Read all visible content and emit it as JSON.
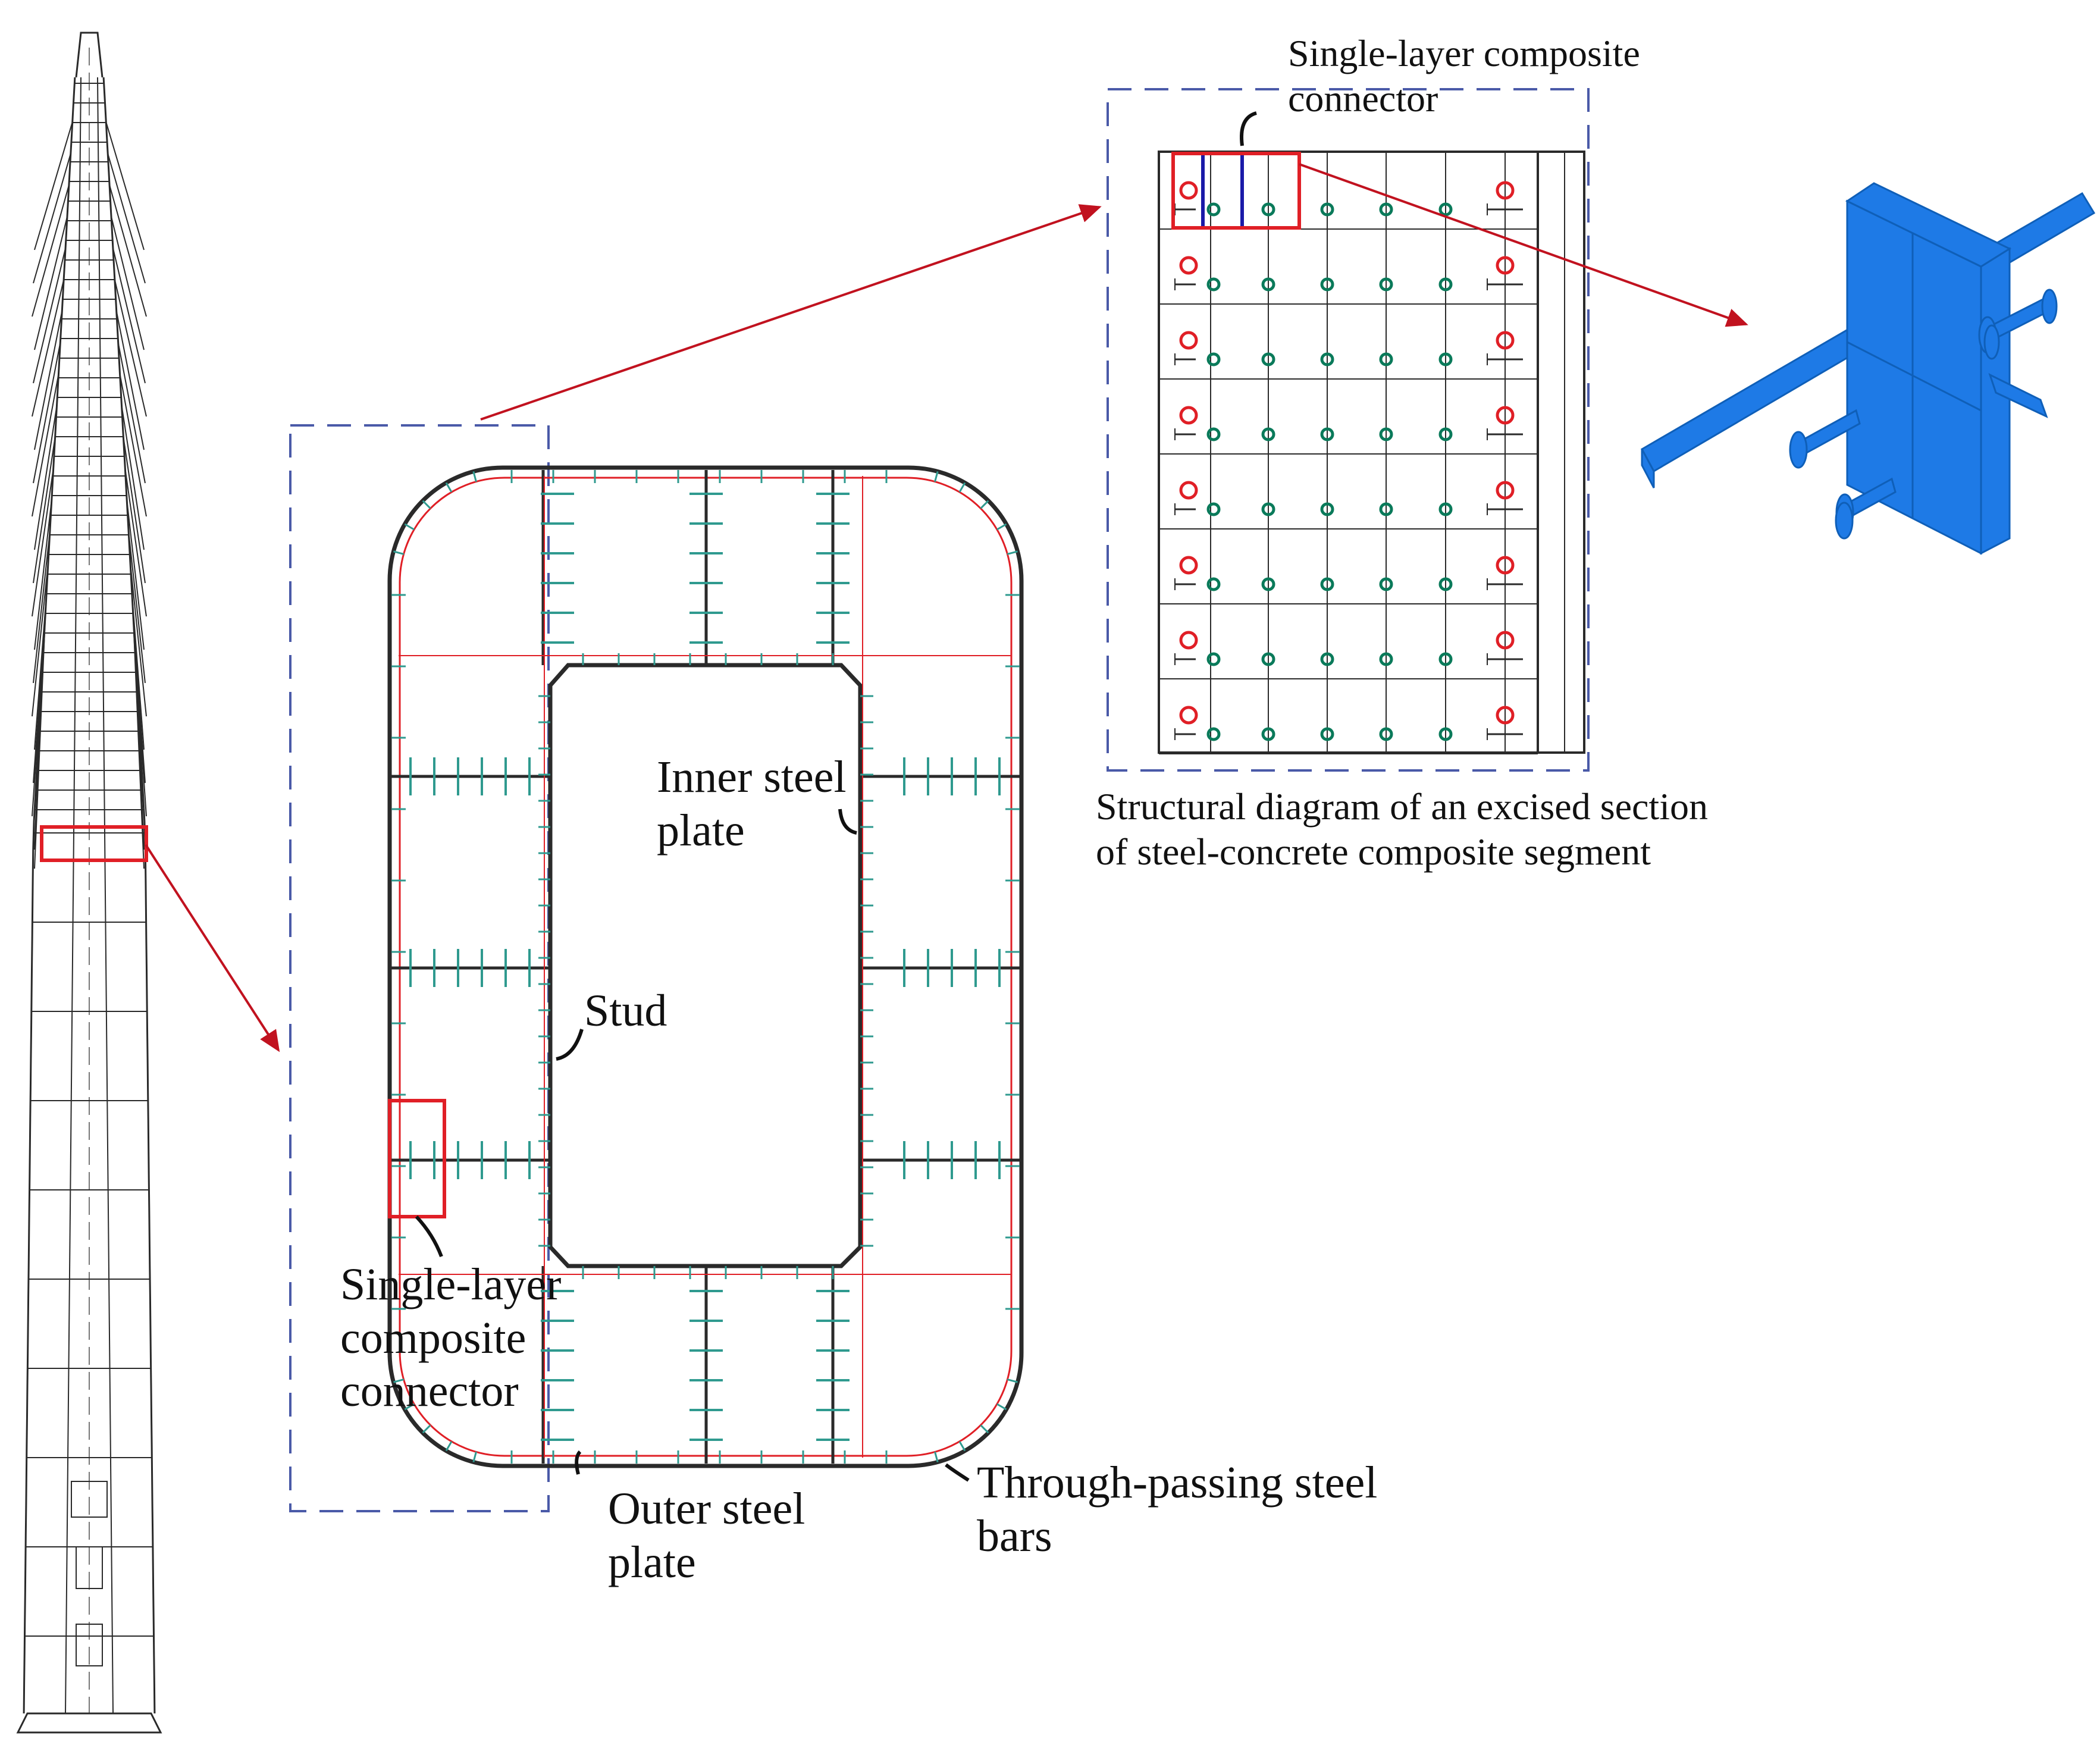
{
  "colors": {
    "line": "#2a2a2a",
    "highlight_red": "#e01f26",
    "arrow_red": "#c1121f",
    "dashed_blue": "#4a5aa8",
    "stud_teal": "#2f9a8f",
    "ring_green": "#0a7a5a",
    "connector_blue": "#1e7ae6",
    "marker_blue": "#1a1aa8"
  },
  "labels": {
    "inner_plate": [
      "Inner steel",
      "plate"
    ],
    "stud": "Stud",
    "connector_left": [
      "Single-layer",
      "composite",
      "connector"
    ],
    "outer_plate": [
      "Outer steel",
      "plate"
    ],
    "bars": [
      "Through-passing steel",
      "bars"
    ],
    "connector_top": [
      "Single-layer composite",
      "connector"
    ],
    "caption": [
      "Structural diagram of an excised section",
      "of steel-concrete composite segment"
    ]
  },
  "icons": {
    "tower": "tower-elevation-icon",
    "connector_3d": "composite-connector-3d-icon"
  }
}
